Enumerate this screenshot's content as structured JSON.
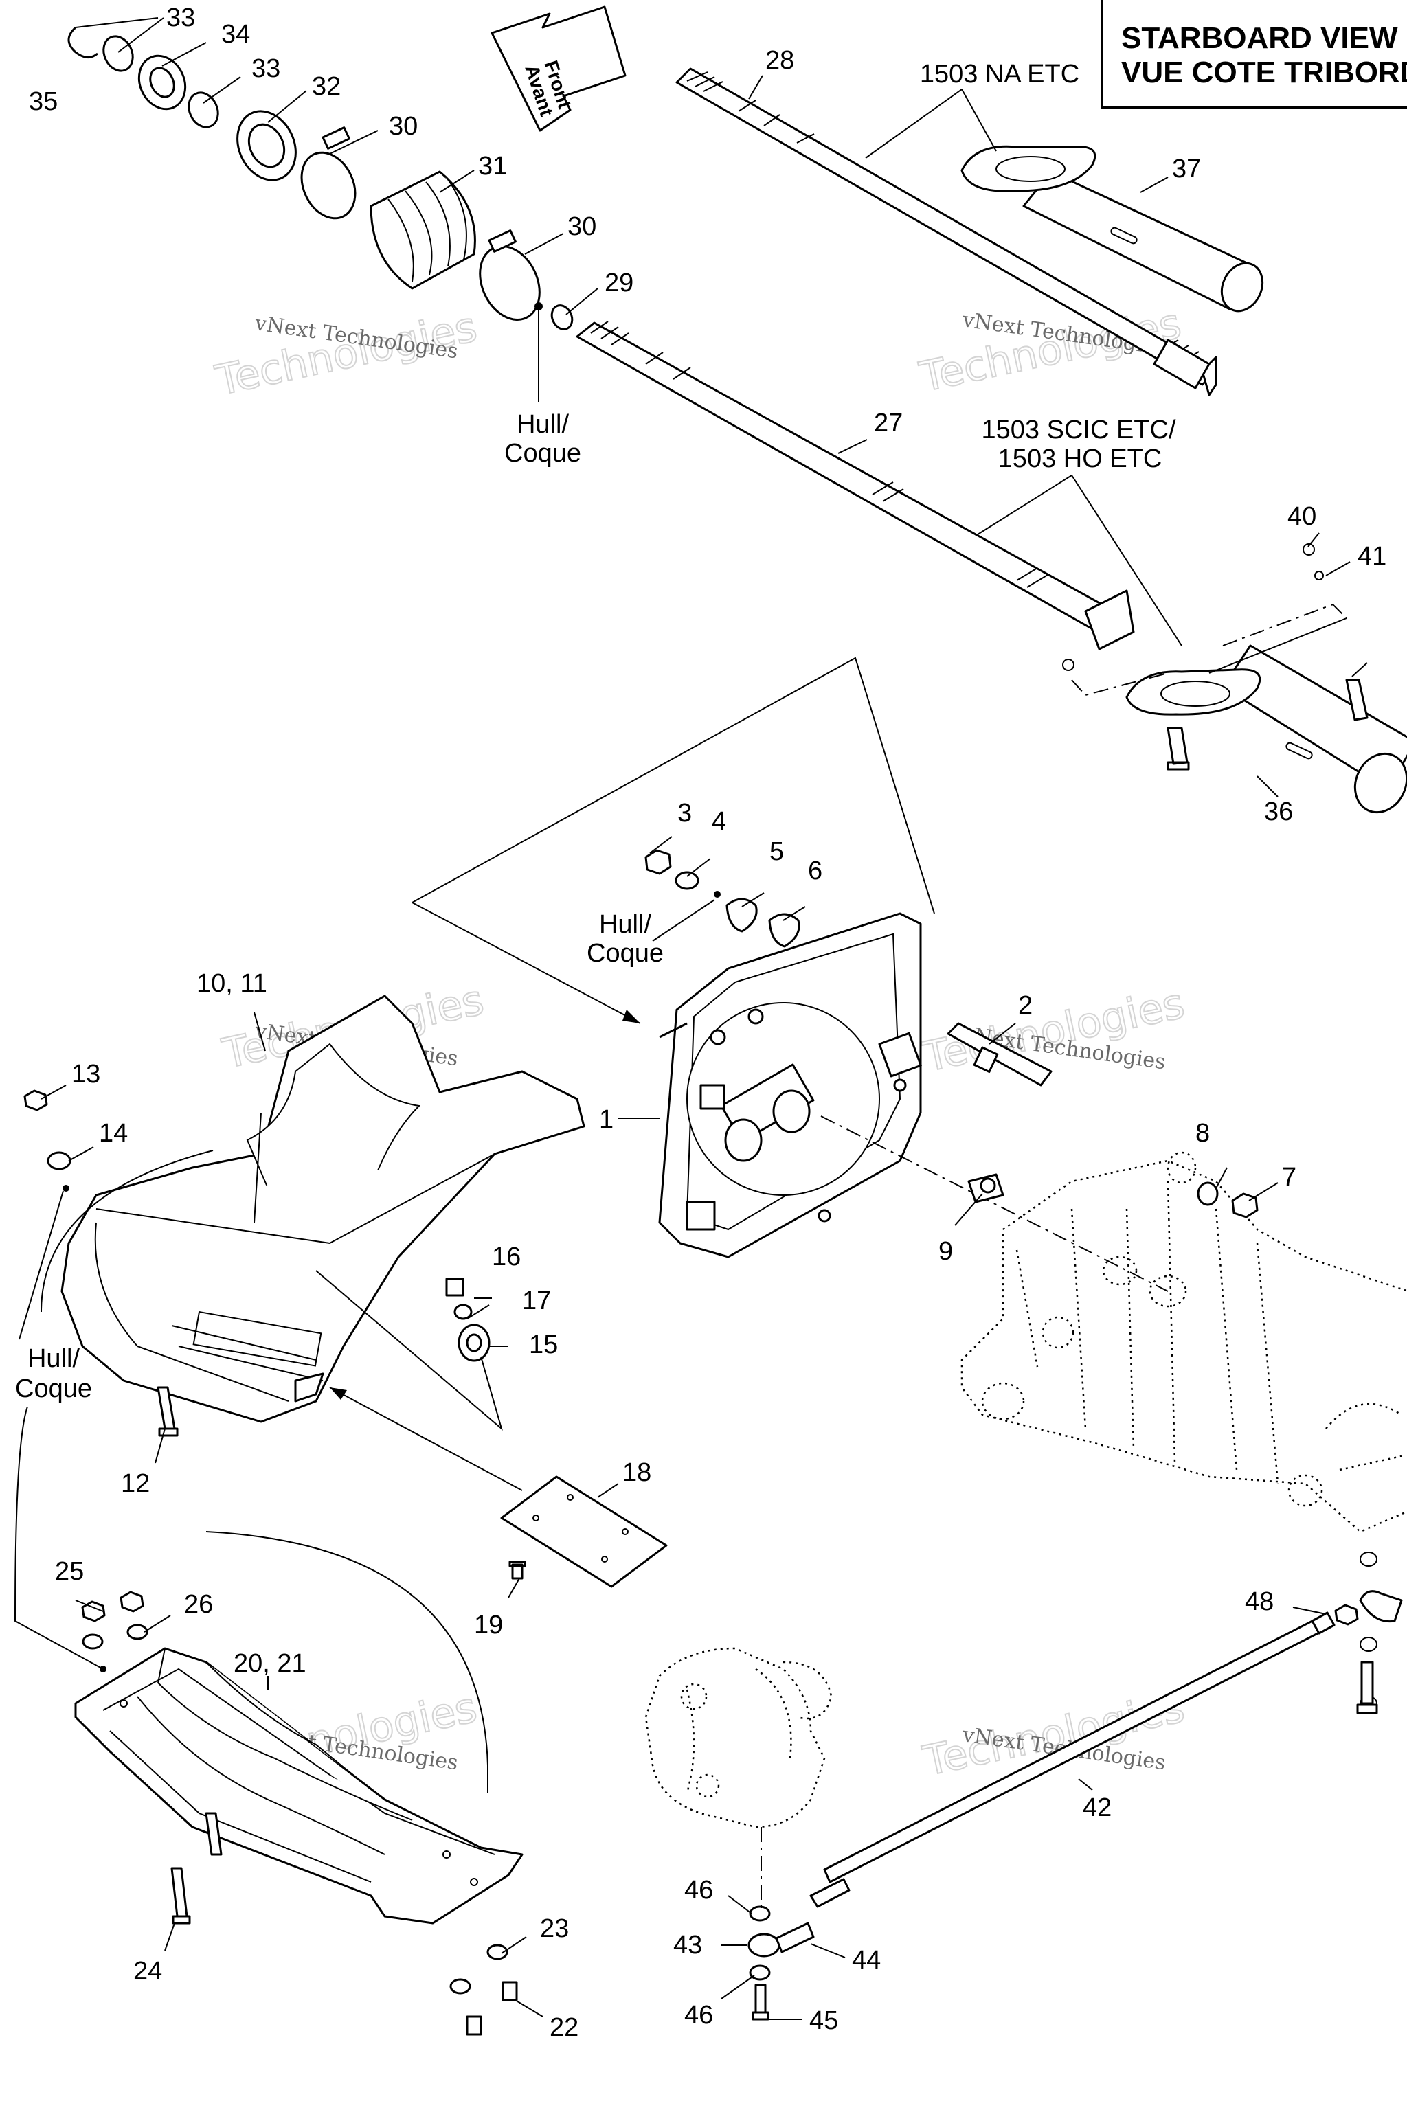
{
  "view_title": {
    "line1": "STARBOARD VIEW",
    "line2": "VUE COTE TRIBORD"
  },
  "front_arrow": {
    "line1": "Front",
    "line2": "Avant"
  },
  "notes": {
    "na": "1503 NA ETC",
    "scic": "1503 SCIC ETC/",
    "ho": "1503 HO ETC",
    "hull": "Hull/",
    "coque": "Coque"
  },
  "watermark": {
    "line1": "vNext Technologies",
    "line2": "Technologies"
  },
  "callouts": {
    "c1": "1",
    "c2": "2",
    "c3": "3",
    "c4": "4",
    "c5": "5",
    "c6": "6",
    "c7": "7",
    "c8": "8",
    "c9": "9",
    "c10_11": "10, 11",
    "c12": "12",
    "c13": "13",
    "c14": "14",
    "c15": "15",
    "c16": "16",
    "c17": "17",
    "c18": "18",
    "c19": "19",
    "c20_21": "20, 21",
    "c22": "22",
    "c23": "23",
    "c24": "24",
    "c25": "25",
    "c26": "26",
    "c27": "27",
    "c28": "28",
    "c29": "29",
    "c30": "30",
    "c31": "31",
    "c32": "32",
    "c33": "33",
    "c34": "34",
    "c35": "35",
    "c36": "36",
    "c37": "37",
    "c40": "40",
    "c41": "41",
    "c42": "42",
    "c43": "43",
    "c44": "44",
    "c45": "45",
    "c46": "46",
    "c48": "48"
  }
}
